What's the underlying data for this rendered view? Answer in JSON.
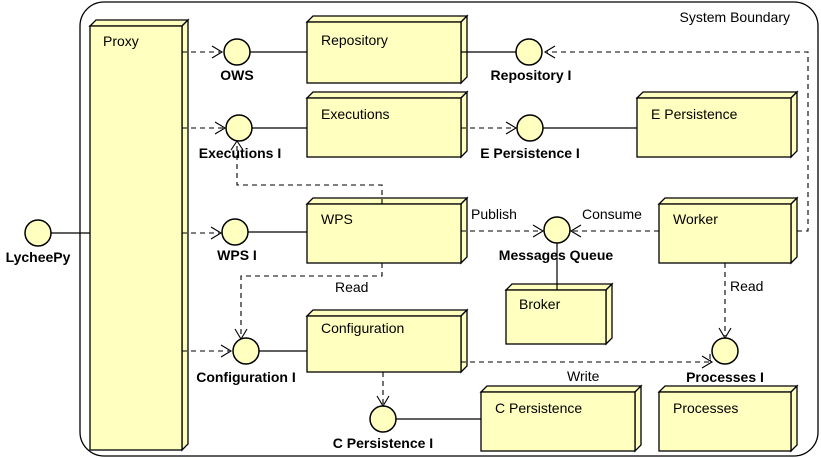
{
  "boundary": {
    "label": "System Boundary"
  },
  "nodes": {
    "proxy": "Proxy",
    "repository": "Repository",
    "executions": "Executions",
    "e_persistence": "E Persistence",
    "wps": "WPS",
    "worker": "Worker",
    "broker": "Broker",
    "configuration": "Configuration",
    "c_persistence": "C Persistence",
    "processes": "Processes"
  },
  "interfaces": {
    "lycheepy": "LycheePy",
    "ows": "OWS",
    "repository_i": "Repository I",
    "executions_i": "Executions I",
    "e_persistence_i": "E Persistence I",
    "wps_i": "WPS I",
    "messages_queue": "Messages Queue",
    "configuration_i": "Configuration I",
    "c_persistence_i": "C Persistence I",
    "processes_i": "Processes I"
  },
  "edges": {
    "publish": "Publish",
    "consume": "Consume",
    "read_wps": "Read",
    "read_worker": "Read",
    "write": "Write"
  }
}
